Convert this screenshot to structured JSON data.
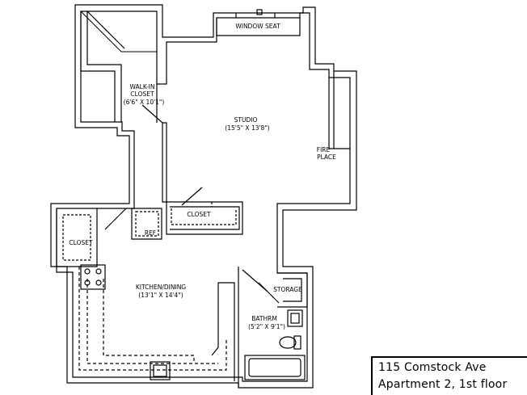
{
  "rooms": {
    "window_seat": "WINDOW SEAT",
    "walk_in_closet_line1": "WALK-IN",
    "walk_in_closet_line2": "CLOSET",
    "walk_in_closet_dims": "(6'6\" X 10'1\")",
    "studio": "STUDIO",
    "studio_dims": "(15'5\" X 13'8\")",
    "fireplace_line1": "FIRE",
    "fireplace_line2": "PLACE",
    "closet_center": "CLOSET",
    "closet_left": "CLOSET",
    "ref": "REF",
    "kitchen": "KITCHEN/DINING",
    "kitchen_dims": "(13'1\" X 14'4\")",
    "storage": "STORAGE",
    "bathroom": "BATHRM",
    "bathroom_dims": "(5'2\" X 9'1\")"
  },
  "title_block": {
    "address": "115 Comstock Ave",
    "unit": "Apartment 2, 1st floor"
  }
}
